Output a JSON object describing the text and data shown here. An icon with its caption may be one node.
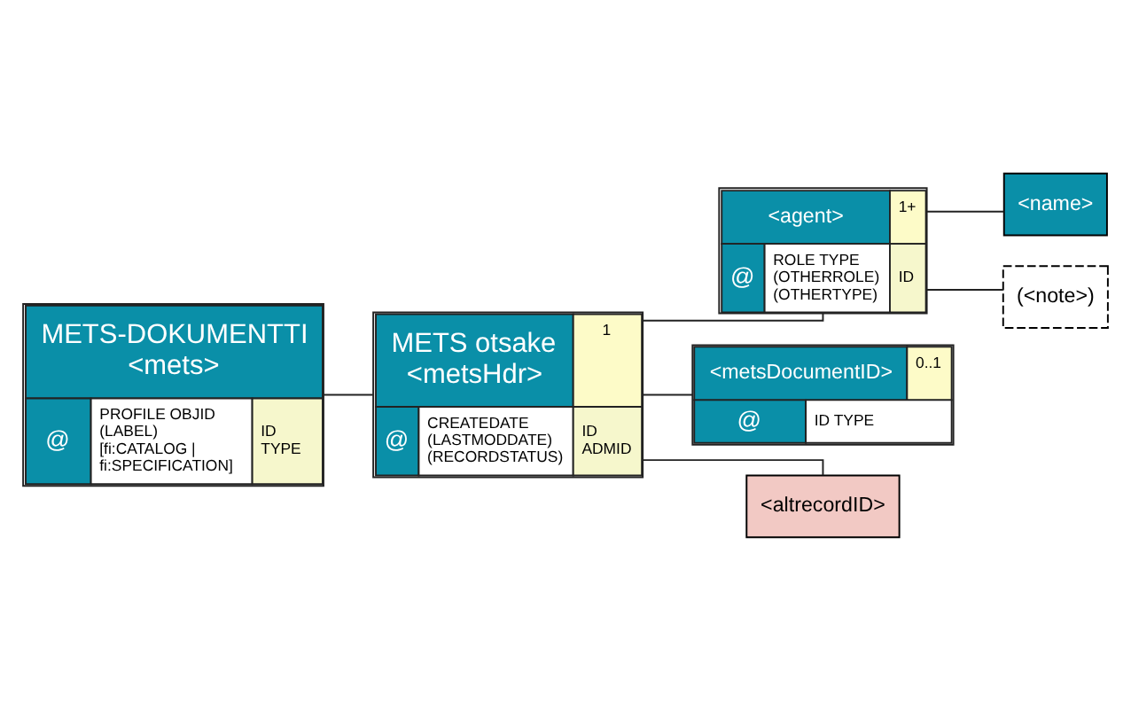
{
  "diagram": {
    "nodes": [
      {
        "text": [
          "METS-DOKUMENTTI <mets>",
          "@",
          "PROFILE OBJID (LABEL) [fi:CATALOG | fi:SPECIFICATION]",
          "ID TYPE"
        ]
      },
      {
        "text": [
          "METS otsake <metsHdr>",
          "1",
          "@",
          "CREATEDATE (LASTMODDATE) (RECORDSTATUS)",
          "ID ADMID"
        ]
      },
      {
        "text": [
          "<agent>",
          "1+",
          "@",
          "ROLE TYPE (OTHERROLE) (OTHERTYPE)",
          "ID"
        ]
      },
      {
        "text": [
          "<name>"
        ]
      },
      {
        "text": [
          "(<note>)"
        ]
      },
      {
        "text": [
          "<metsDocumentID>",
          "0..1",
          "@",
          "ID TYPE"
        ]
      },
      {
        "text": [
          "<altrecordID>"
        ]
      }
    ],
    "edges": [
      {
        "from": 0,
        "to": 1,
        "arrow": "none"
      },
      {
        "from": 1,
        "to": 2,
        "arrow": "none"
      },
      {
        "from": 1,
        "to": 5,
        "arrow": "none"
      },
      {
        "from": 1,
        "to": 6,
        "arrow": "none"
      },
      {
        "from": 2,
        "to": 3,
        "arrow": "none"
      },
      {
        "from": 2,
        "to": 4,
        "arrow": "none"
      }
    ]
  }
}
